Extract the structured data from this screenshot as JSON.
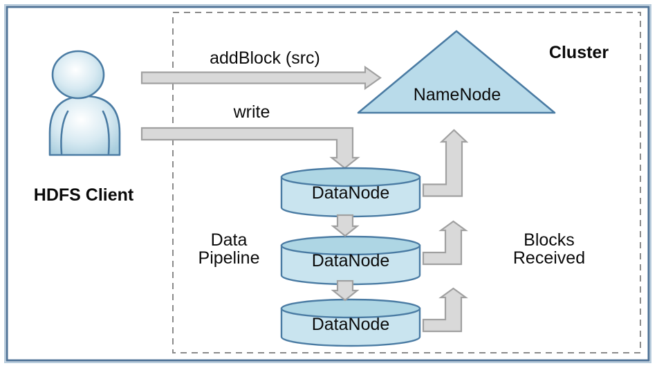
{
  "frame": {
    "cluster_label": "Cluster"
  },
  "client": {
    "label": "HDFS Client"
  },
  "calls": {
    "add_block_label": "addBlock (src)",
    "write_label": "write"
  },
  "nodes": {
    "namenode_label": "NameNode",
    "datanode_label": "DataNode"
  },
  "annotations": {
    "data_pipeline": [
      "Data",
      "Pipeline"
    ],
    "blocks_received": [
      "Blocks",
      "Received"
    ]
  },
  "colors": {
    "node-fill": "#c9e4ef",
    "node-fill-dark": "#aed6e4",
    "node-stroke": "#4a7ba3",
    "triangle-fill": "#b9dbea",
    "arrow-fill": "#d9d9d9",
    "arrow-stroke": "#a0a0a0",
    "frame-border": "#4e7296",
    "frame-border-light": "#b9cddd",
    "dashed-border": "#8a8a8a",
    "text": "#0a0a0a"
  }
}
